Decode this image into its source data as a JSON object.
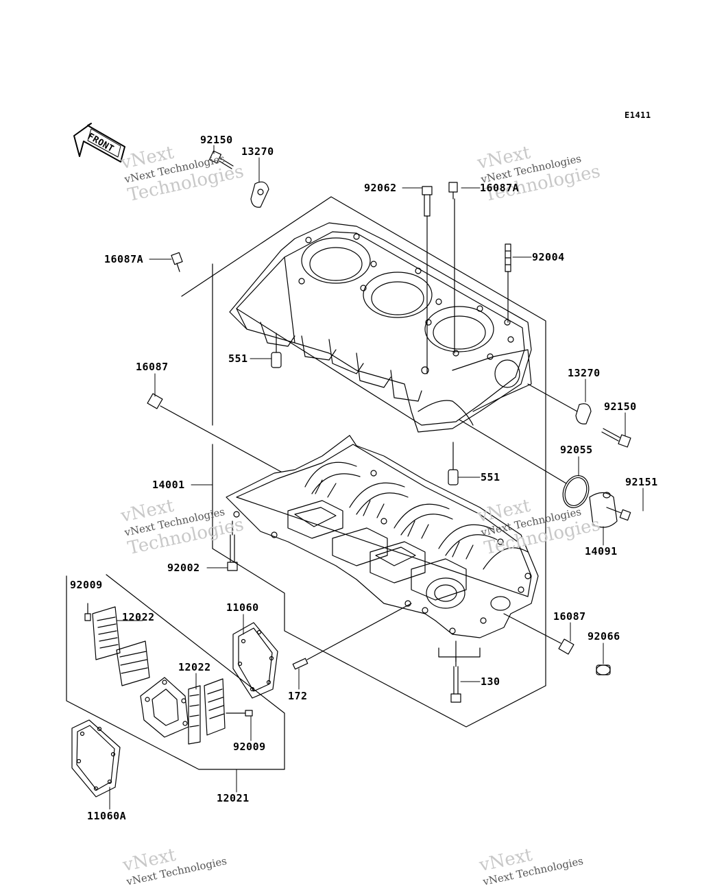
{
  "diagram": {
    "code": "E1411",
    "front_label": "FRONT",
    "watermark": {
      "line1": "vNext",
      "line2": "vNext Technologies",
      "line3": "Technologies"
    },
    "parts": [
      {
        "id": "p01",
        "number": "92150"
      },
      {
        "id": "p02",
        "number": "13270"
      },
      {
        "id": "p03",
        "number": "92062"
      },
      {
        "id": "p04",
        "number": "16087A"
      },
      {
        "id": "p05",
        "number": "16087A"
      },
      {
        "id": "p06",
        "number": "92004"
      },
      {
        "id": "p07",
        "number": "551"
      },
      {
        "id": "p08",
        "number": "16087"
      },
      {
        "id": "p09",
        "number": "13270"
      },
      {
        "id": "p10",
        "number": "92150"
      },
      {
        "id": "p11",
        "number": "92055"
      },
      {
        "id": "p12",
        "number": "551"
      },
      {
        "id": "p13",
        "number": "14001"
      },
      {
        "id": "p14",
        "number": "92151"
      },
      {
        "id": "p15",
        "number": "14091"
      },
      {
        "id": "p16",
        "number": "92002"
      },
      {
        "id": "p17",
        "number": "92009"
      },
      {
        "id": "p18",
        "number": "12022"
      },
      {
        "id": "p19",
        "number": "11060"
      },
      {
        "id": "p20",
        "number": "16087"
      },
      {
        "id": "p21",
        "number": "92066"
      },
      {
        "id": "p22",
        "number": "12022"
      },
      {
        "id": "p23",
        "number": "172"
      },
      {
        "id": "p24",
        "number": "130"
      },
      {
        "id": "p25",
        "number": "92009"
      },
      {
        "id": "p26",
        "number": "12021"
      },
      {
        "id": "p27",
        "number": "11060A"
      }
    ]
  }
}
